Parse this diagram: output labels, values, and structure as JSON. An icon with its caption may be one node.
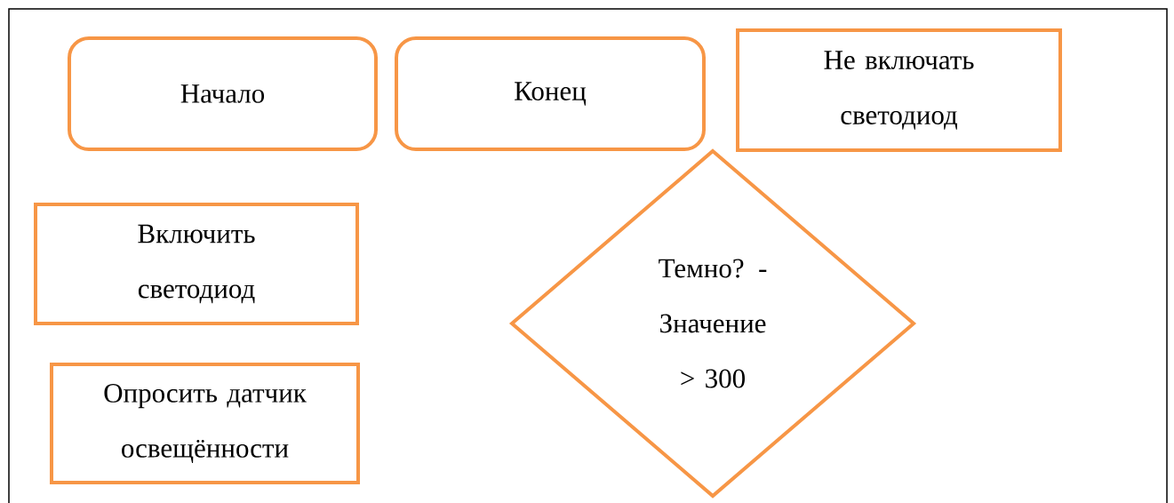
{
  "diagram": {
    "nodes": [
      {
        "text": [
          "Начало"
        ]
      },
      {
        "text": [
          "Конец"
        ]
      },
      {
        "text": [
          "Не включать светодиод"
        ]
      },
      {
        "text": [
          "Включить светодиод"
        ]
      },
      {
        "text": [
          "Темно? - Значение > 300"
        ]
      },
      {
        "text": [
          "Опросить датчик освещённости"
        ]
      }
    ],
    "edges": []
  }
}
